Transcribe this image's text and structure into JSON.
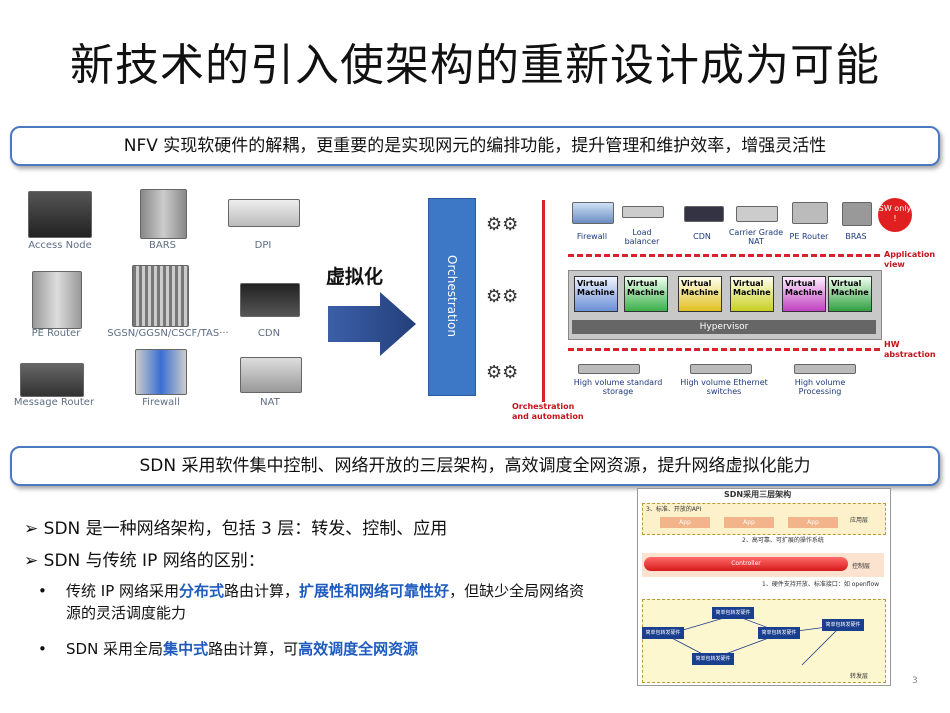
{
  "slide": {
    "title": "新技术的引入使架构的重新设计成为可能",
    "page_number": "3"
  },
  "nfv_callout": "NFV 实现软硬件的解耦，更重要的是实现网元的编排功能，提升管理和维护效率，增强灵活性",
  "sdn_callout": "SDN 采用软件集中控制、网络开放的三层架构，高效调度全网资源，提升网络虚拟化能力",
  "devices": {
    "access_node": "Access Node",
    "bars": "BARS",
    "dpi": "DPI",
    "pe_router": "PE Router",
    "sgsn": "SGSN/GGSN/CSCF/TAS···",
    "cdn": "CDN",
    "message_router": "Message Router",
    "firewall": "Firewall",
    "nat": "NAT"
  },
  "virtualize_label": "虚拟化",
  "orchestration_label": "Orchestration",
  "nfv_diagram": {
    "top_labels": [
      "Firewall",
      "Load balancer",
      "CDN",
      "Carrier Grade NAT",
      "PE Router",
      "BRAS"
    ],
    "sw_only": "SW only !",
    "application_view": "Application view",
    "vm_label": "Virtual Machine",
    "hypervisor": "Hypervisor",
    "hw_abstraction": "HW abstraction",
    "bottom_labels": [
      "High volume standard storage",
      "High volume Ethernet switches",
      "High volume Processing"
    ],
    "orchestration_automation": "Orchestration and automation"
  },
  "bullets": {
    "b1": "SDN 是一种网络架构，包括 3 层：转发、控制、应用",
    "b2": "SDN 与传统 IP 网络的区别：",
    "s1_a": "传统 IP 网络采用",
    "s1_b": "分布式",
    "s1_c": "路由计算，",
    "s1_d": "扩展性和网络可靠性好",
    "s1_e": "，但缺少全局网络资源的灵活调度能力",
    "s2_a": "SDN 采用全局",
    "s2_b": "集中式",
    "s2_c": "路由计算，可",
    "s2_d": "高效调度全网资源"
  },
  "sdn_diagram": {
    "title": "SDN采用三层架构",
    "note1": "3、标准、开放的API",
    "app": "App",
    "app_layer": "应用层",
    "note2": "2、高可靠、可扩展的操作系统",
    "controller": "Controller",
    "control_layer": "控制层",
    "note3": "1、硬件支持开放、标准接口：如 openflow",
    "forward_node": "简单包转发硬件",
    "forward_layer": "转发层"
  }
}
